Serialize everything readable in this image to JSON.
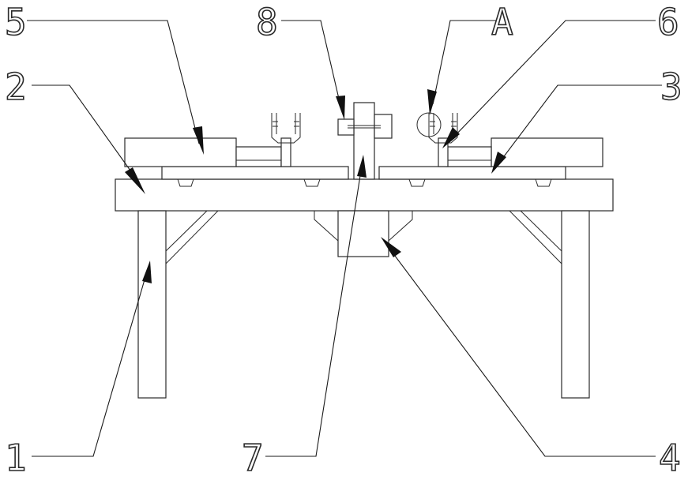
{
  "labels": {
    "l1": "1",
    "l2": "2",
    "l3": "3",
    "l4": "4",
    "l5": "5",
    "l6": "6",
    "l7": "7",
    "l8": "8",
    "lA": "A"
  },
  "colors": {
    "line": "#2a2a2a",
    "arrow": "#111111",
    "background": "#ffffff"
  }
}
